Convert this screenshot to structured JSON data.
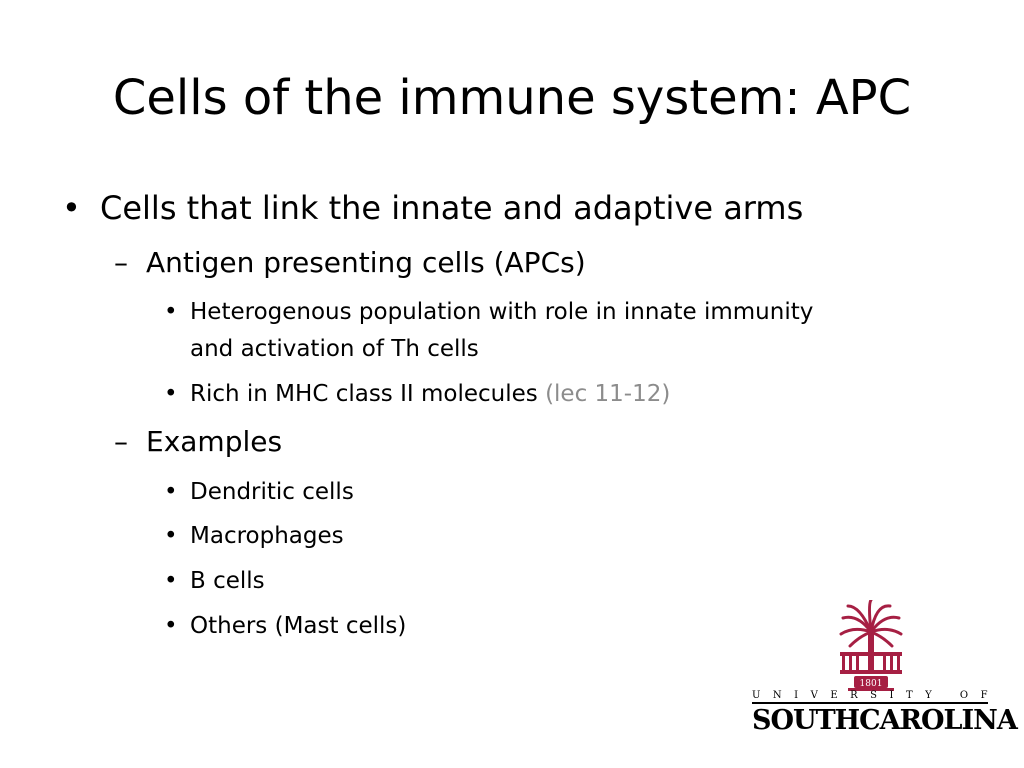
{
  "slide": {
    "title": "Cells of the immune system: APC",
    "bullets": {
      "b1": {
        "marker": "•",
        "text": "Cells that link the innate and adaptive arms"
      },
      "b1_1": {
        "marker": "–",
        "text": "Antigen presenting cells (APCs)"
      },
      "b1_1_1a": {
        "marker": "•",
        "text": "Heterogenous population with role in innate immunity"
      },
      "b1_1_1b": {
        "text": "and activation of Th cells"
      },
      "b1_1_2": {
        "marker": "•",
        "text": "Rich in MHC class II molecules ",
        "ref": "(lec 11-12)"
      },
      "b1_2": {
        "marker": "–",
        "text": "Examples"
      },
      "b1_2_1": {
        "marker": "•",
        "text": "Dendritic cells"
      },
      "b1_2_2": {
        "marker": "•",
        "text": "Macrophages"
      },
      "b1_2_3": {
        "marker": "•",
        "text": "B cells"
      },
      "b1_2_4": {
        "marker": "•",
        "text": "Others (Mast cells)"
      }
    }
  },
  "logo": {
    "line1": "UNIVERSITY OF",
    "line2": "SOUTHCAROLINA",
    "seal_year": "1801",
    "colors": {
      "garnet": "#A61F43",
      "black": "#000000"
    }
  },
  "colors": {
    "reference_grey": "#8c8c8c",
    "text": "#000000",
    "background": "#ffffff"
  }
}
